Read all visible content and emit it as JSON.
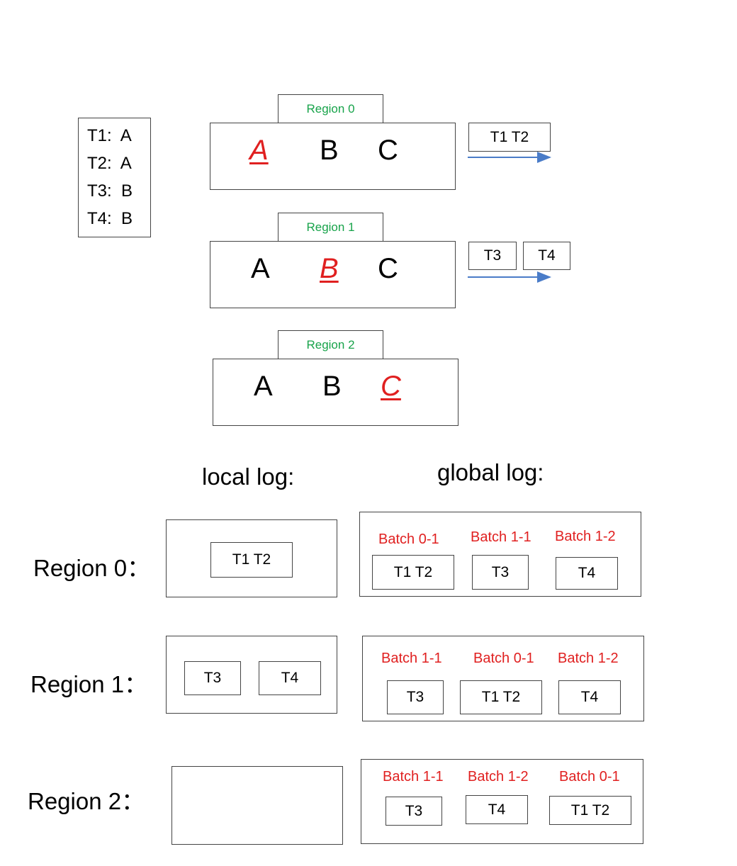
{
  "legend": [
    {
      "txn": "T1:",
      "key": "A"
    },
    {
      "txn": "T2:",
      "key": "A"
    },
    {
      "txn": "T3:",
      "key": "B"
    },
    {
      "txn": "T4:",
      "key": "B"
    }
  ],
  "regions": [
    {
      "tag": "Region  0",
      "keys": [
        "A",
        "B",
        "C"
      ],
      "highlight": 0
    },
    {
      "tag": "Region  1",
      "keys": [
        "A",
        "B",
        "C"
      ],
      "highlight": 1
    },
    {
      "tag": "Region  2",
      "keys": [
        "A",
        "B",
        "C"
      ],
      "highlight": 2
    }
  ],
  "incoming": [
    [
      "T1  T2"
    ],
    [
      "T3",
      "T4"
    ]
  ],
  "headers": {
    "local": "local log:",
    "global": "global log:"
  },
  "logs": [
    {
      "label": "Region 0：",
      "local": [
        "T1  T2"
      ],
      "global_batches": [
        "Batch  0-1",
        "Batch  1-1",
        "Batch 1-2"
      ],
      "global_txns": [
        "T1  T2",
        "T3",
        "T4"
      ]
    },
    {
      "label": "Region 1：",
      "local": [
        "T3",
        "T4"
      ],
      "global_batches": [
        "Batch  1-1",
        "Batch  0-1",
        "Batch 1-2"
      ],
      "global_txns": [
        "T3",
        "T1  T2",
        "T4"
      ]
    },
    {
      "label": "Region 2：",
      "local": [],
      "global_batches": [
        "Batch  1-1",
        "Batch  1-2",
        "Batch 0-1"
      ],
      "global_txns": [
        "T3",
        "T4",
        "T1  T2"
      ]
    }
  ],
  "colors": {
    "highlight": "#e02020",
    "region_tag": "#17a34a",
    "arrow": "#4a7cc8",
    "batch": "#e02020"
  }
}
